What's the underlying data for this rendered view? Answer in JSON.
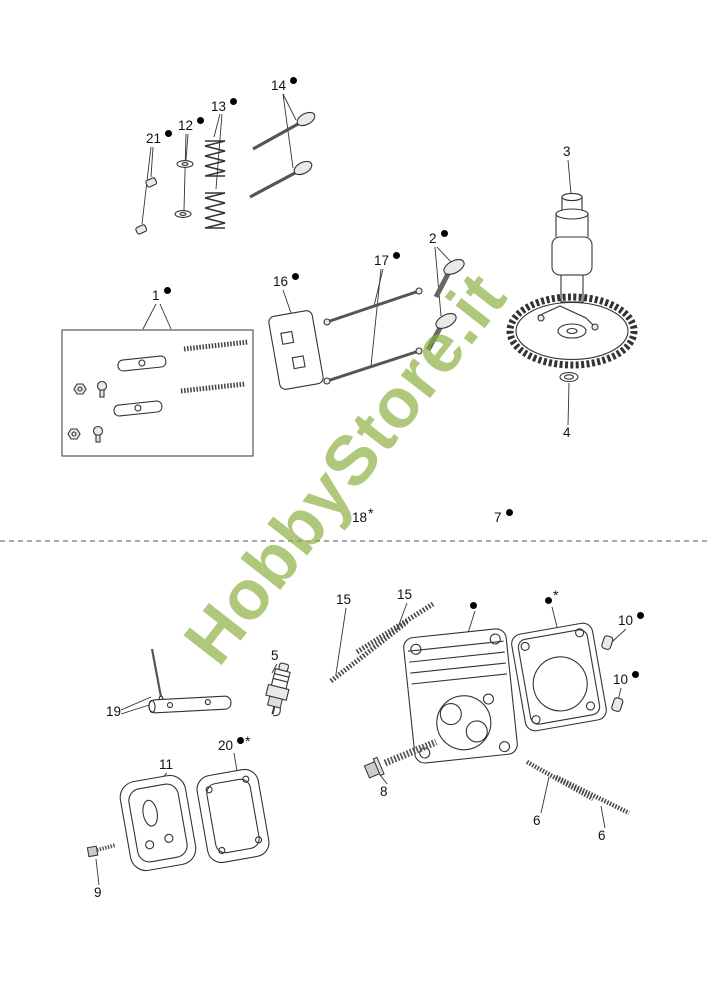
{
  "watermark": {
    "text": "HobbyStore.it",
    "color": "#8bae3e"
  },
  "line_color": "#333333",
  "callouts": {
    "c21": {
      "label": "21"
    },
    "c12": {
      "label": "12"
    },
    "c13": {
      "label": "13"
    },
    "c14": {
      "label": "14"
    },
    "c3": {
      "label": "3"
    },
    "c2": {
      "label": "2"
    },
    "c17": {
      "label": "17"
    },
    "c16": {
      "label": "16"
    },
    "c1": {
      "label": "1"
    },
    "c4": {
      "label": "4"
    },
    "c18": {
      "label": "18",
      "suffix": "*"
    },
    "c7": {
      "label": "7"
    },
    "c15a": {
      "label": "15"
    },
    "c15b": {
      "label": "15"
    },
    "chead": {
      "label": ""
    },
    "cgasket": {
      "label": "",
      "suffix": "*"
    },
    "c10a": {
      "label": "10"
    },
    "c10b": {
      "label": "10"
    },
    "c5": {
      "label": "5"
    },
    "c19": {
      "label": "19"
    },
    "c8": {
      "label": "8"
    },
    "c20": {
      "label": "20",
      "suffix": "*"
    },
    "c11": {
      "label": "11"
    },
    "c9": {
      "label": "9"
    },
    "c6a": {
      "label": "6"
    },
    "c6b": {
      "label": "6"
    }
  }
}
